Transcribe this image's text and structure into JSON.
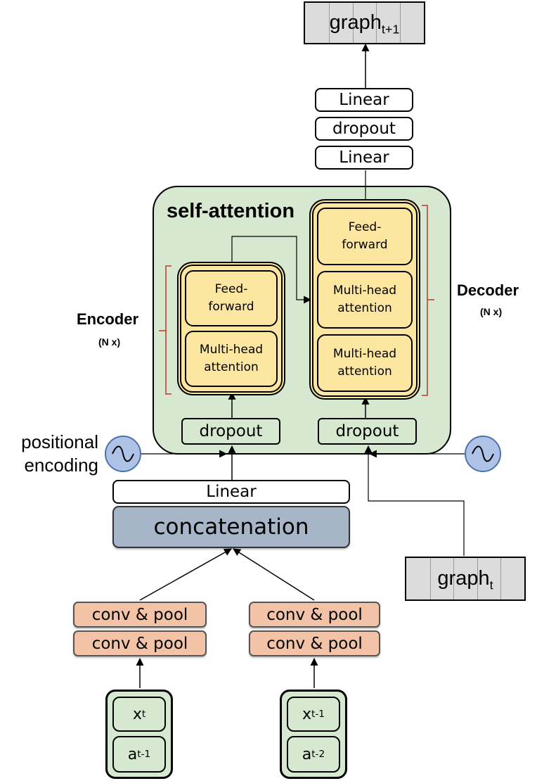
{
  "output": {
    "base": "graph",
    "sub": "t+1"
  },
  "input_graph": {
    "base": "graph",
    "sub": "t"
  },
  "head": {
    "linear_top": "Linear",
    "dropout": "dropout",
    "linear_bottom": "Linear"
  },
  "self_attention": {
    "title": "self-attention",
    "encoder": {
      "label": "Encoder",
      "count": "(N x)",
      "feed_forward": "Feed-\nforward",
      "attention": "Multi-head\nattention"
    },
    "decoder": {
      "label": "Decoder",
      "count": "(N x)",
      "feed_forward": "Feed-\nforward",
      "attention_1": "Multi-head\nattention",
      "attention_2": "Multi-head\nattention"
    },
    "dropout_left": "dropout",
    "dropout_right": "dropout"
  },
  "positional_encoding": {
    "line1": "positional",
    "line2": "encoding"
  },
  "linear": "Linear",
  "concatenation": "concatenation",
  "branches": [
    {
      "conv_top": "conv & pool",
      "conv_bottom": "conv & pool",
      "x": {
        "base": "x",
        "sub": "t"
      },
      "a": {
        "base": "a",
        "sub": "t-1"
      }
    },
    {
      "conv_top": "conv & pool",
      "conv_bottom": "conv & pool",
      "x": {
        "base": "x",
        "sub": "t-1"
      },
      "a": {
        "base": "a",
        "sub": "t-2"
      }
    }
  ],
  "colors": {
    "self_attention_bg": "#d6e8cf",
    "block_yellow": "#fde7a0",
    "concat_blue": "#a7b5c9",
    "conv_salmon": "#f3c3a8",
    "graph_gray": "#dcdcdc",
    "oscillator_blue": "#aec3e6",
    "brace_red": "#c0392b"
  },
  "icons": [
    "sine-wave-icon",
    "sine-wave-icon"
  ]
}
